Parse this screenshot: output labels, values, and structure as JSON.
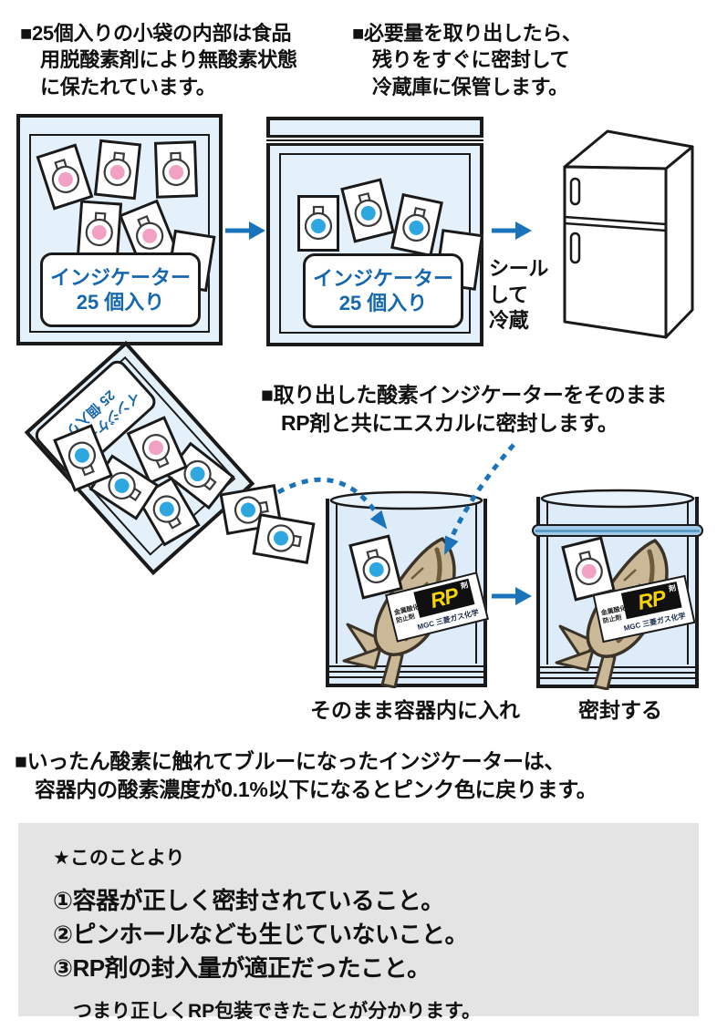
{
  "colors": {
    "accent_blue_text": "#1467b0",
    "arrow_blue": "#1b74bb",
    "bag_fill": "#e4f0fa",
    "indicator_pink": "#f2a1c4",
    "indicator_blue": "#2ea7e0",
    "rp_yellow": "#f5d400",
    "seal_blue": "#a3cbe8",
    "fish_tan": "#cab896",
    "conclusion_gray": "#e4e4e4"
  },
  "intro_left": {
    "lines": [
      "■25個入りの小袋の内部は食品",
      "用脱酸素剤により無酸素状態",
      "に保たれています。"
    ]
  },
  "intro_right": {
    "lines": [
      "■必要量を取り出したら、",
      "残りをすぐに密封して",
      "冷蔵庫に保管します。"
    ]
  },
  "bag_label": {
    "line1": "インジケーター",
    "line2": "25 個入り"
  },
  "fridge_caption": {
    "lines": [
      "シール",
      "して",
      "冷蔵"
    ]
  },
  "step2_heading": {
    "lines": [
      "■取り出した酸素インジケーターをそのまま",
      "RP剤と共にエスカルに密封します。"
    ]
  },
  "rp_packet": {
    "left_line1": "金属酸化",
    "left_line2": "防止剤",
    "name": "RP",
    "suffix": "剤",
    "maker": "MGC 三菱ガス化学"
  },
  "captions": {
    "put_in": "そのまま容器内に入れ",
    "seal": "密封する"
  },
  "note": {
    "lines": [
      "■いったん酸素に触れてブルーになったインジケーターは、",
      "容器内の酸素濃度が0.1%以下になるとピンク色に戻ります。"
    ]
  },
  "conclusion": {
    "intro": "★このことより",
    "points": [
      "①容器が正しく密封されていること。",
      "②ピンホールなども生じていないこと。",
      "③RP剤の封入量が適正だったこと。"
    ],
    "summary": "つまり正しくRP包装できたことが分かります。"
  }
}
